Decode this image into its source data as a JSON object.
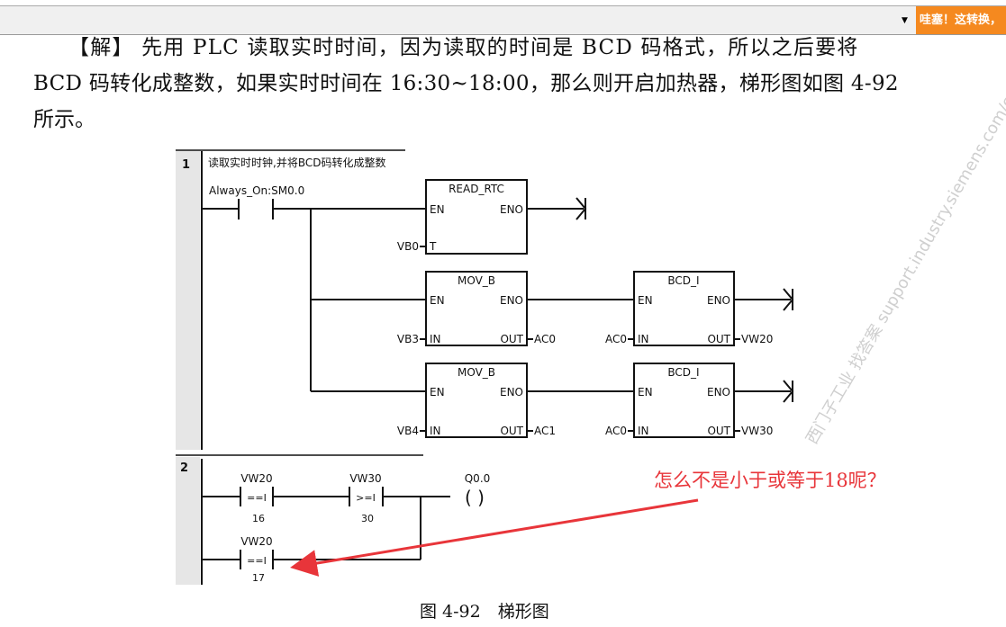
{
  "toolbar": {
    "dropdown_icon": "caret-down",
    "badge_text": "哇塞！这转换，"
  },
  "body_text": {
    "line1": "【解】 先用 PLC 读取实时时间，因为读取的时间是 BCD 码格式，所以之后要将",
    "line2": "BCD 码转化成整数，如果实时时间在 16:30~18:00，那么则开启加热器，梯形图如图 4-92",
    "line3": "所示。"
  },
  "diagram": {
    "rung1": {
      "number": "1",
      "comment": "读取实时时钟,并将BCD码转化成整数",
      "contact": "Always_On:SM0.0",
      "read_rtc": {
        "title": "READ_RTC",
        "en": "EN",
        "eno": "ENO",
        "t": "T",
        "t_in": "VB0"
      },
      "mov1": {
        "title": "MOV_B",
        "en": "EN",
        "eno": "ENO",
        "in": "IN",
        "out": "OUT",
        "in_val": "VB3",
        "out_val": "AC0"
      },
      "bcd1": {
        "title": "BCD_I",
        "en": "EN",
        "eno": "ENO",
        "in": "IN",
        "out": "OUT",
        "in_val": "AC0",
        "out_val": "VW20"
      },
      "mov2": {
        "title": "MOV_B",
        "en": "EN",
        "eno": "ENO",
        "in": "IN",
        "out": "OUT",
        "in_val": "VB4",
        "out_val": "AC1"
      },
      "bcd2": {
        "title": "BCD_I",
        "en": "EN",
        "eno": "ENO",
        "in": "IN",
        "out": "OUT",
        "in_val": "AC0",
        "out_val": "VW30"
      }
    },
    "rung2": {
      "number": "2",
      "c1": {
        "addr": "VW20",
        "op": "==I",
        "val": "16"
      },
      "c2": {
        "addr": "VW30",
        "op": ">=I",
        "val": "30"
      },
      "c3": {
        "addr": "VW20",
        "op": "==I",
        "val": "17"
      },
      "coil": {
        "addr": "Q0.0",
        "sym": "(   )"
      }
    },
    "watermark": "西门子工业 找答案 support.industry.siemens.com/cs"
  },
  "caption": "图 4-92　梯形图",
  "annotation": "怎么不是小于或等于18呢？",
  "colors": {
    "annotation": "#e8353a",
    "badge": "#f5891f"
  }
}
